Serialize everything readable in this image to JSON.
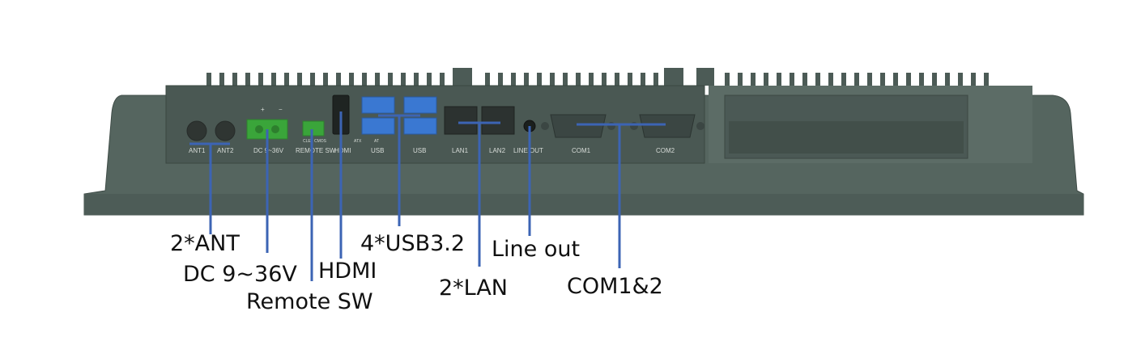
{
  "panel": {
    "port_labels": {
      "ant1": "ANT1",
      "ant2": "ANT2",
      "dc": "DC 9~36V",
      "plus": "+",
      "minus": "−",
      "remote_sw": "REMOTE SW",
      "hdmi": "HDMI",
      "usb_left": "USB",
      "usb_right": "USB",
      "lan1": "LAN1",
      "lan2": "LAN2",
      "line_out": "LINE OUT",
      "com1": "COM1",
      "com2": "COM2",
      "switch_left": "CLE",
      "switch_mid": "CMOS",
      "at_left": "ATX",
      "at_right": "AT"
    },
    "colors": {
      "chassis": "#55655f",
      "chassis_dark": "#3f4c47",
      "chassis_light": "#6b7b75",
      "usb_blue": "#3a78d2",
      "terminal_green": "#3aa53a",
      "leader_blue": "#3c64b4"
    }
  },
  "callouts": {
    "ant": "2*ANT",
    "dc": "DC 9~36V",
    "remote": "Remote SW",
    "hdmi": "HDMI",
    "usb": "4*USB3.2",
    "line_out": "Line out",
    "lan": "2*LAN",
    "com": "COM1&2"
  }
}
